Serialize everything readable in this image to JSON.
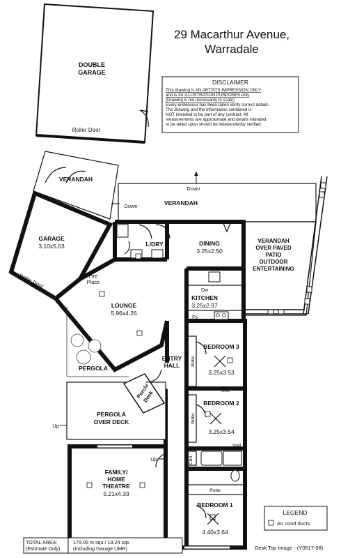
{
  "address": {
    "line1": "29 Macarthur Avenue,",
    "line2": "Warradale"
  },
  "disclaimer": {
    "title": "DISCLAIMER",
    "lines": [
      "This drawing is AN ARTISTS IMPRESSION ONLY",
      "and is for ILLUSTRATION PURPOSES only",
      "(Drawing is not necessarily to scale)",
      "Every endeavour has been taken verify correct details.",
      "The drawing and the information contained is",
      "NOT intended to be part of any contract.  All",
      "measurements are approximate and details intended",
      "to be relied upon should be independently verified."
    ]
  },
  "rooms": {
    "double_garage": {
      "line1": "DOUBLE",
      "line2": "GARAGE",
      "door": "Roller Door"
    },
    "verandah_top": {
      "name": "VERANDAH"
    },
    "verandah_main": {
      "name": "VERANDAH"
    },
    "verandah_patio": {
      "line1": "VERANDAH",
      "line2": "OVER PAVED",
      "line3": "PATIO",
      "line4": "OUTDOOR",
      "line5": "ENTERTAINING"
    },
    "garage": {
      "name": "GARAGE",
      "size": "3.10x5.03",
      "door": "Roller Door"
    },
    "laundry": {
      "name": "L/DRY"
    },
    "dining": {
      "name": "DINING",
      "size": "3.25x2.50"
    },
    "kitchen": {
      "name": "KITCHEN",
      "size": "3.25x2.97"
    },
    "lounge": {
      "name": "LOUNGE",
      "size": "5.96x4.26"
    },
    "fireplace": {
      "line1": "Fire",
      "line2": "Place"
    },
    "bedroom3": {
      "name": "BEDROOM 3",
      "size": "3.25x3.53"
    },
    "bedroom2": {
      "name": "BEDROOM 2",
      "size": "3.25x3.54"
    },
    "bedroom1": {
      "name": "BEDROOM 1",
      "size": "4.40x3.64"
    },
    "entry": {
      "line1": "ENTRY",
      "line2": "HALL"
    },
    "pergola": {
      "name": "PERGOLA"
    },
    "porch": {
      "line1": "Porch/",
      "line2": "Deck"
    },
    "pergola_deck": {
      "line1": "PERGOLA",
      "line2": "OVER DECK"
    },
    "family": {
      "line1": "FAMILY/",
      "line2": "HOME",
      "line3": "THEATRE",
      "size": "5.21x4.33"
    }
  },
  "annotations": {
    "down_top": "Down",
    "down_left": "Down",
    "up_deck": "Up",
    "up_family": "Up",
    "dw": "Dw",
    "fs": "Fs",
    "robe_b3": "Robe",
    "robe_b2": "Robe",
    "robe_b1": "Robe",
    "shelf_b3": "Shelf",
    "shelf_b2": "Shelf",
    "cbd": "Cbd"
  },
  "legend": {
    "title": "LEGEND",
    "item": "Air cond ducts"
  },
  "total_area": {
    "label1": "TOTAL AREA:",
    "label2": "(Estimate Only)",
    "value1": "179.06 m squ / 19.24 sqs",
    "value2": "(Including Garage UMR)"
  },
  "footer": {
    "image_ref": "Desk Top Image -   (Y0517-08)"
  }
}
